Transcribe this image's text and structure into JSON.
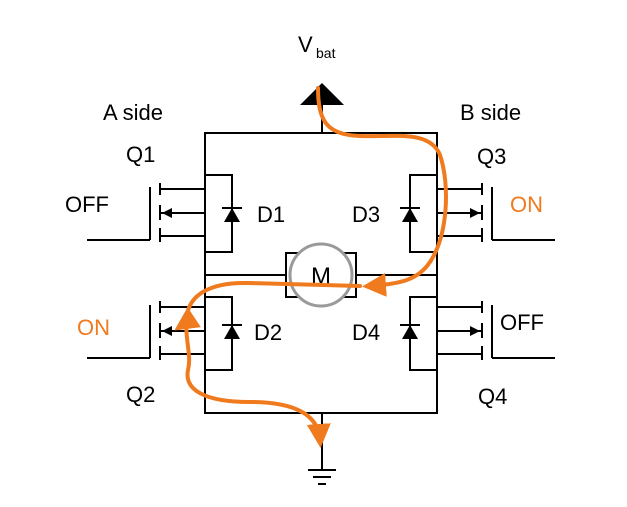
{
  "labels": {
    "vbat_main": "V",
    "vbat_sub": "bat",
    "a_side": "A side",
    "b_side": "B side",
    "q1": "Q1",
    "q2": "Q2",
    "q3": "Q3",
    "q4": "Q4",
    "d1": "D1",
    "d2": "D2",
    "d3": "D3",
    "d4": "D4",
    "motor": "M",
    "q1_state": "OFF",
    "q2_state": "ON",
    "q3_state": "ON",
    "q4_state": "OFF"
  },
  "colors": {
    "wire": "#000000",
    "current_path": "#f07a1e",
    "on_state": "#f07a1e",
    "off_state": "#000000",
    "motor_fill": "#9a9a9a"
  },
  "icons": {
    "ground": "ground-icon",
    "supply": "supply-arrow-icon",
    "diode": "diode-icon",
    "motor": "motor-icon"
  }
}
